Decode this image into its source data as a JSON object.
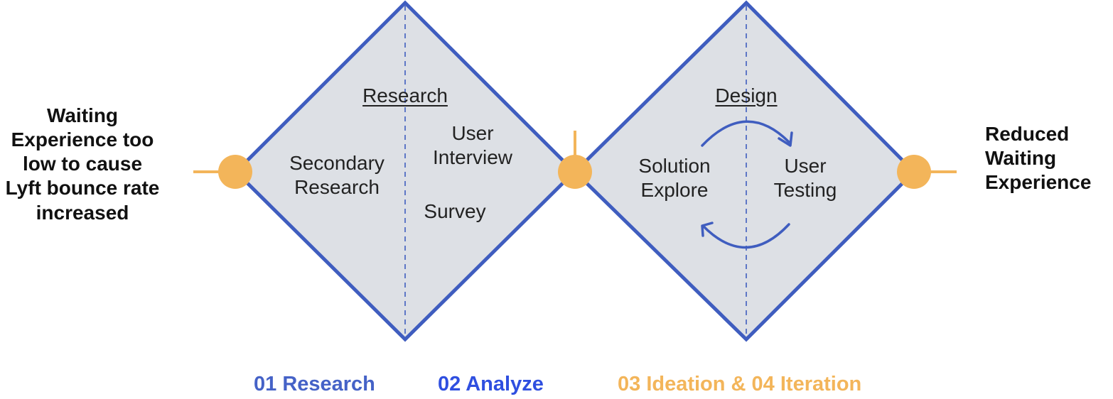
{
  "problem_statement": {
    "lines": [
      "Waiting",
      "Experience too",
      "low to cause",
      "Lyft bounce rate",
      "increased"
    ]
  },
  "outcome": {
    "lines": [
      "Reduced",
      "Waiting",
      "Experience"
    ]
  },
  "research_diamond": {
    "title": "Research",
    "left_item": {
      "lines": [
        "Secondary",
        "Research"
      ]
    },
    "right_item_interview": {
      "lines": [
        "User",
        "Interview"
      ]
    },
    "right_item_survey": "Survey"
  },
  "design_diamond": {
    "title": "Design",
    "left_item": {
      "lines": [
        "Solution",
        "Explore"
      ]
    },
    "right_item": {
      "lines": [
        "User",
        "Testing"
      ]
    }
  },
  "phases": {
    "research": "01 Research",
    "analyze": "02 Analyze",
    "ideation_iteration": "03 Ideation & 04 Iteration"
  },
  "colors": {
    "diamond_stroke": "#3f5dbf",
    "diamond_fill": "#dde0e5",
    "node_orange": "#f3b55a",
    "phase_research": "#4562c7",
    "phase_analyze": "#2f4fe0",
    "phase_ideation": "#f3b55a"
  },
  "icons": {
    "node": "circle-node-icon",
    "cycle": "cycle-arrows-icon"
  }
}
